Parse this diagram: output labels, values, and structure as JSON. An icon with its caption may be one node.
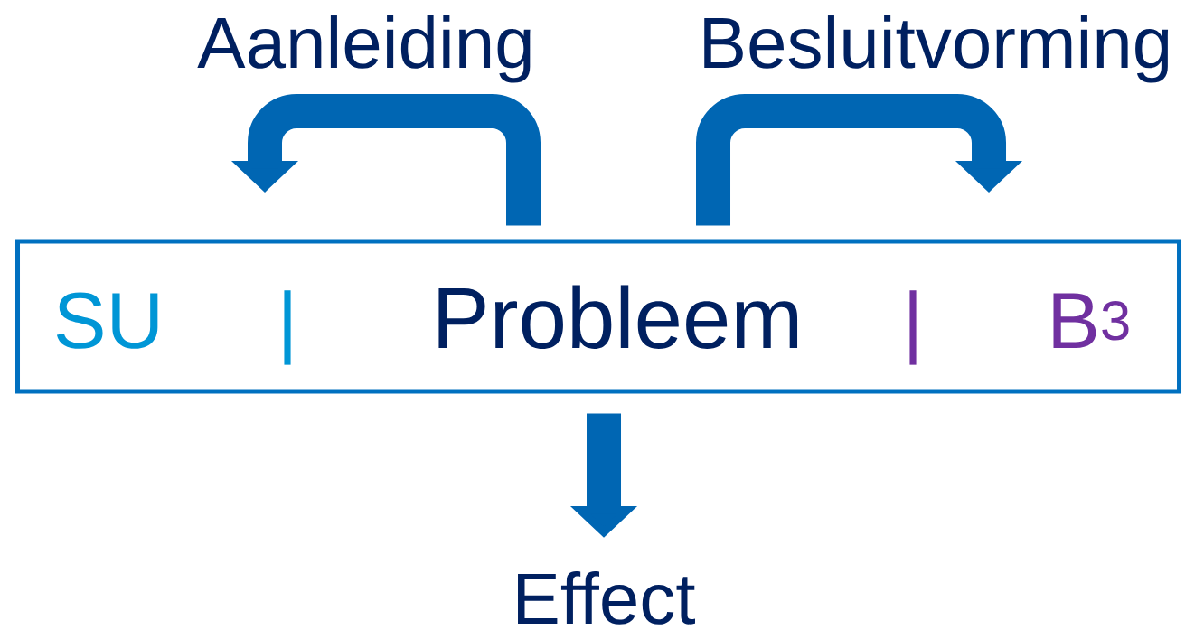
{
  "diagram": {
    "nodes": [
      {
        "text": [
          "SU",
          "|",
          "Probleem",
          "|",
          "B$^{3}$"
        ]
      },
      {
        "text": [
          "Effect"
        ]
      }
    ],
    "edges": [
      {
        "from": 0,
        "to": null,
        "arrow": "to",
        "label": "Aanleiding"
      },
      {
        "from": 0,
        "to": null,
        "arrow": "to",
        "label": "Besluitvorming"
      },
      {
        "from": 0,
        "to": 1,
        "arrow": "to"
      }
    ]
  }
}
